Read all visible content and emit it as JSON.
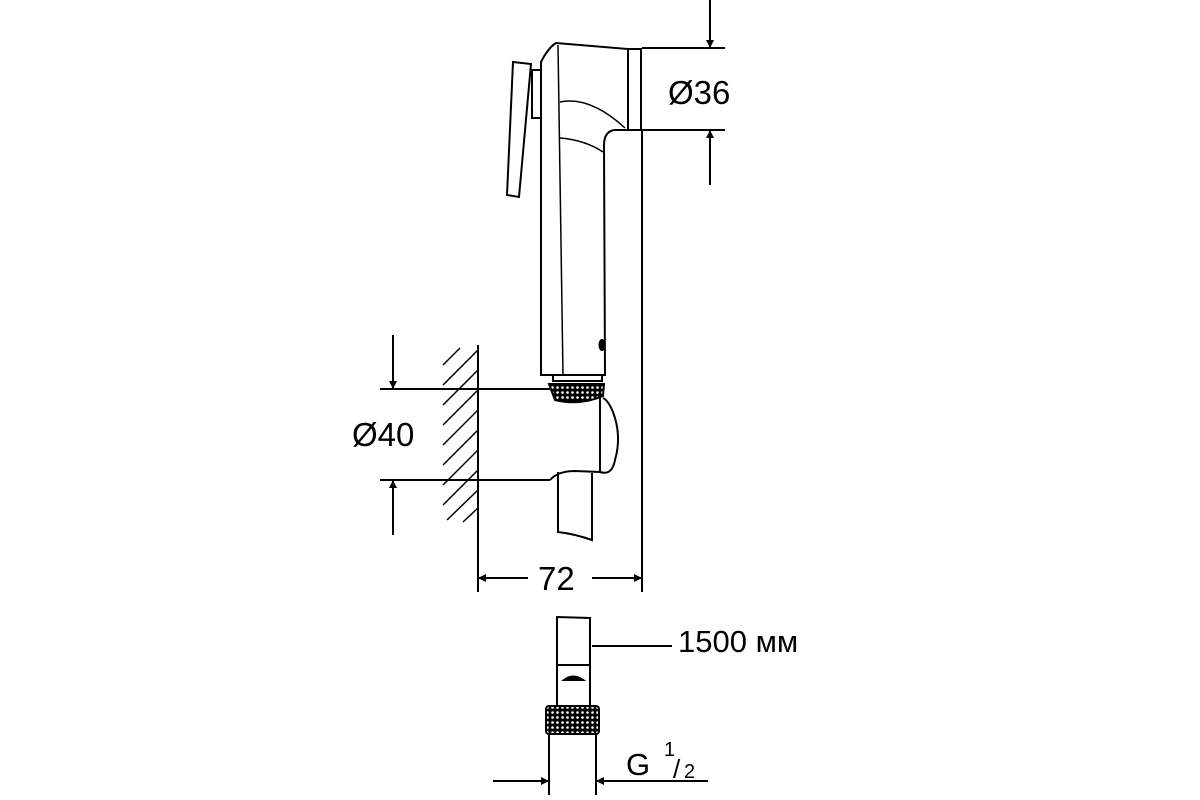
{
  "dimensions": {
    "spray_head_diameter": "Ø36",
    "holder_diameter": "Ø40",
    "projection": "72",
    "hose_length": "1500 мм",
    "thread_letter": "G",
    "thread_numerator": "1",
    "thread_denominator": "2"
  },
  "colors": {
    "line": "#000000",
    "background": "#ffffff"
  }
}
